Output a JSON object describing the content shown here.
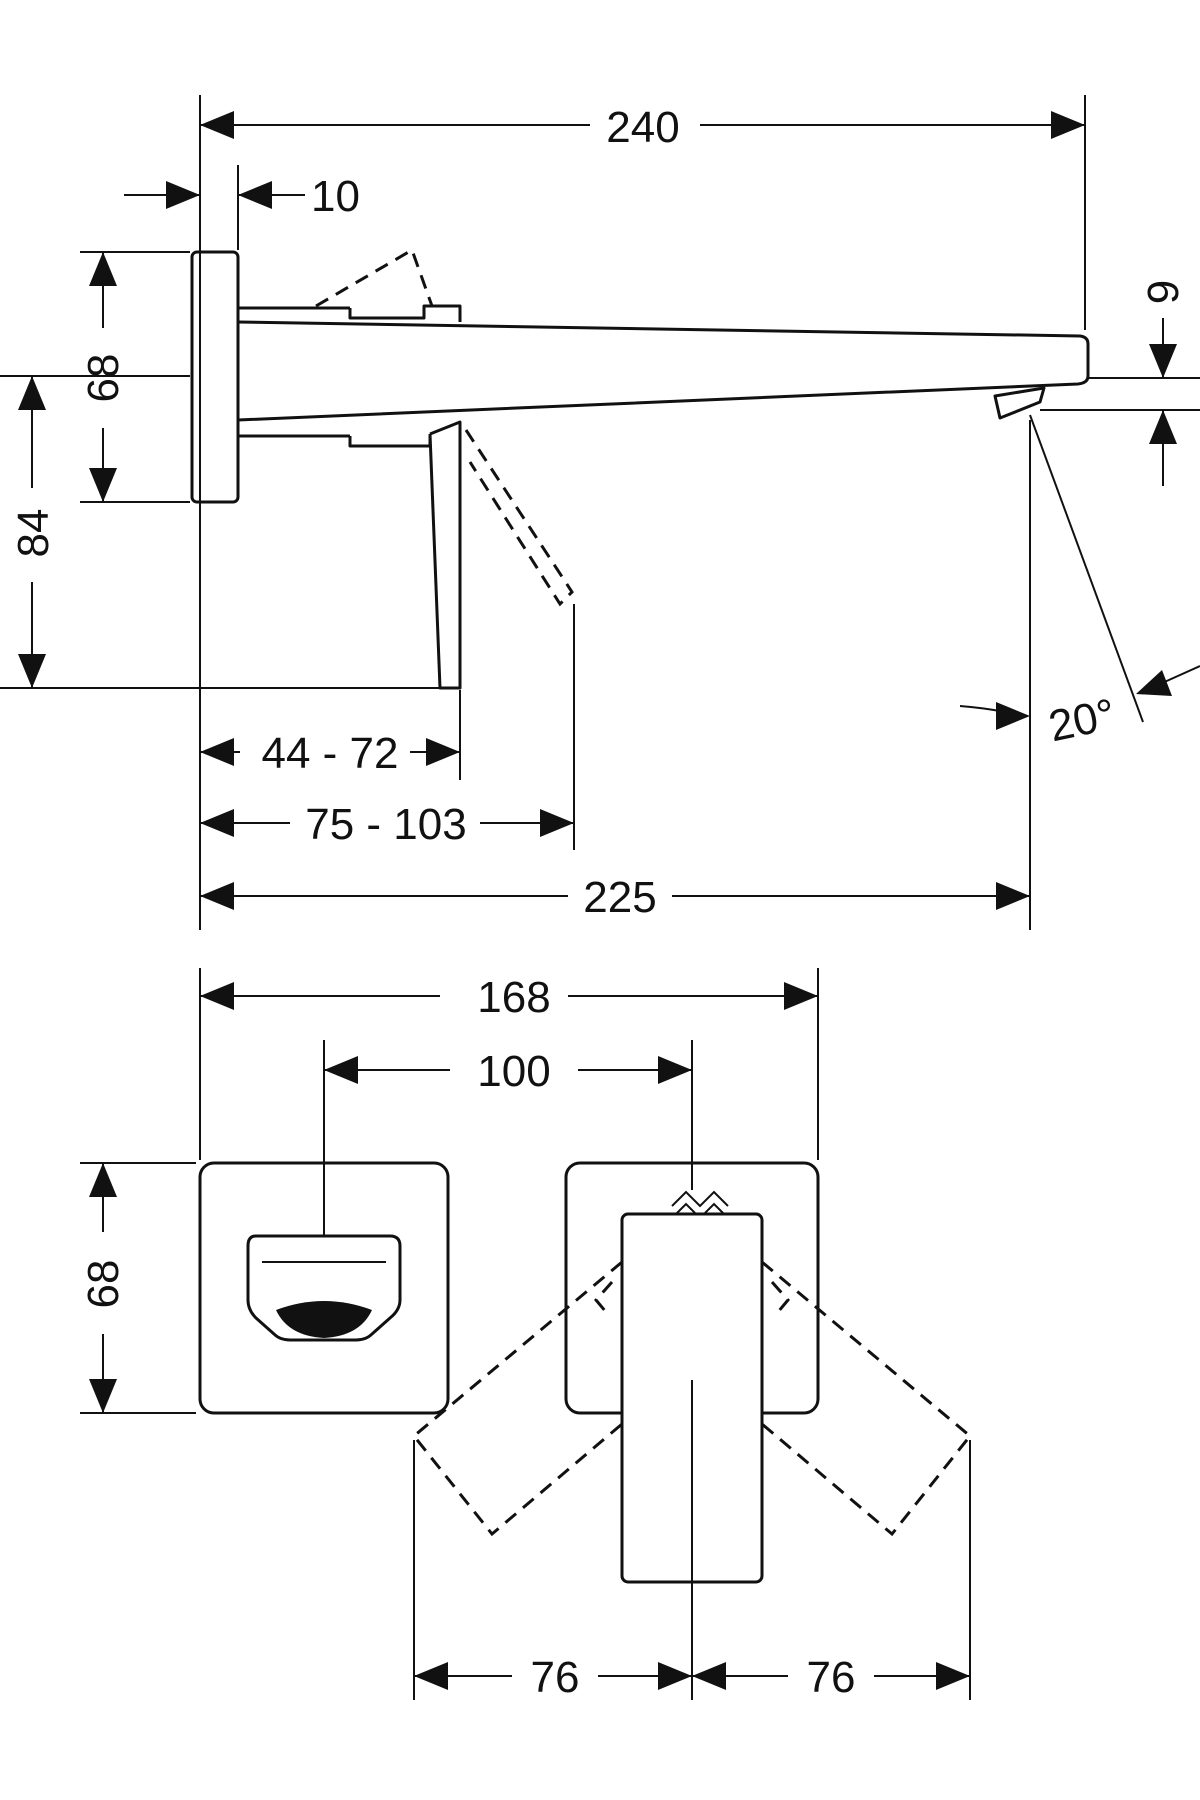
{
  "dimensions": {
    "d240": "240",
    "d10": "10",
    "d68_side": "68",
    "d84": "84",
    "d9": "9",
    "d20deg": "20°",
    "d44_72": "44 - 72",
    "d75_103": "75 - 103",
    "d225": "225",
    "d168": "168",
    "d100": "100",
    "d68_front": "68",
    "d76_left": "76",
    "d76_right": "76"
  }
}
